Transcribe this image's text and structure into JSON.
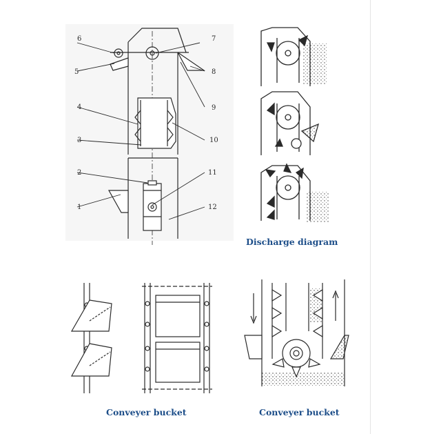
{
  "elevator_diagram": {
    "part_numbers": [
      "6",
      "7",
      "5",
      "8",
      "9",
      "4",
      "3",
      "10",
      "2",
      "11",
      "1",
      "12"
    ]
  },
  "discharge_diagram": {
    "caption": "Discharge diagram"
  },
  "bucket_side_view": {
    "caption": "Conveyer bucket"
  },
  "bucket_boot_view": {
    "caption": "Conveyer bucket"
  },
  "colors": {
    "line": "#2a2a2a",
    "caption": "#1d4e89",
    "panel_background": "#f6f6f6",
    "page_background": "#ffffff"
  }
}
